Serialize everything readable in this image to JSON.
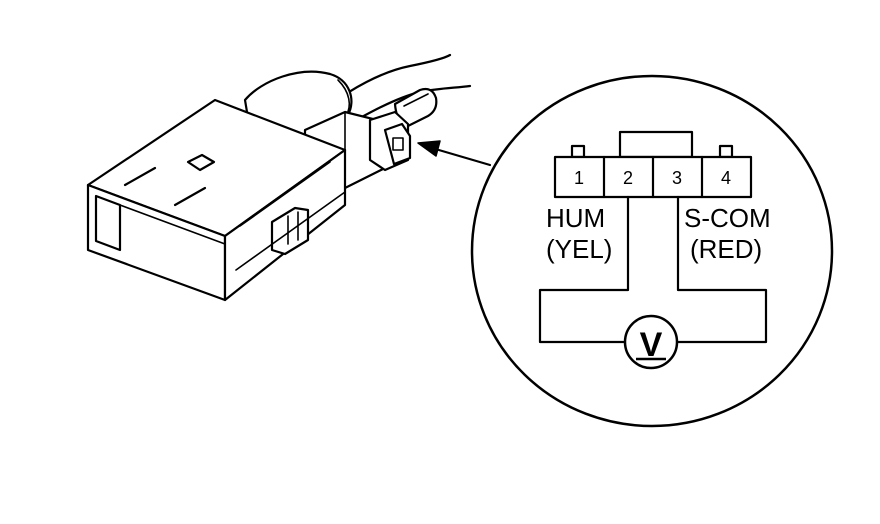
{
  "pins": [
    "1",
    "2",
    "3",
    "4"
  ],
  "labels": {
    "left_name": "HUM",
    "left_color": "(YEL)",
    "right_name": "S-COM",
    "right_color": "(RED)"
  },
  "meter": {
    "symbol": "V",
    "icon": "voltmeter-icon"
  }
}
